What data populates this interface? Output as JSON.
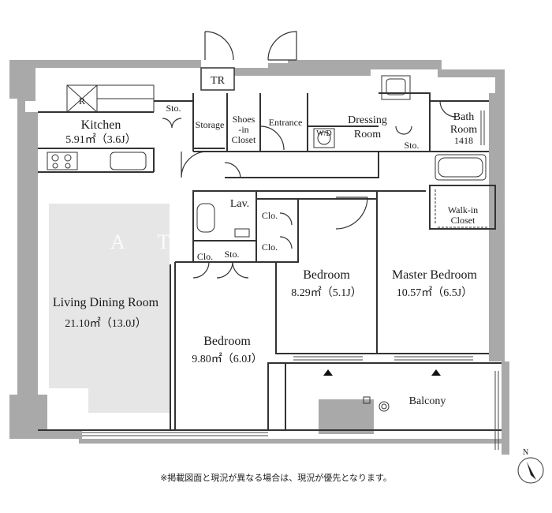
{
  "rooms": {
    "tr": "TR",
    "kitchen": {
      "name": "Kitchen",
      "area": "5.91㎡（3.6J）",
      "refrigerator_mark": "R"
    },
    "sto_kitchen": "Sto.",
    "storage": "Storage",
    "shoes_closet": [
      "Shoes",
      "-in",
      "Closet"
    ],
    "entrance": "Entrance",
    "dressing_room": [
      "Dressing",
      "Room"
    ],
    "washer": "W/D",
    "sto_dressing": "Sto.",
    "bath_room": [
      "Bath",
      "Room",
      "1418"
    ],
    "lav": "Lav.",
    "clo_hall_top": "Clo.",
    "clo_hall_bottom": "Clo.",
    "clo_small": "Clo.",
    "sto_hall": "Sto.",
    "walk_in_closet": [
      "Walk-in",
      "Closet"
    ],
    "living": {
      "name": "Living Dining Room",
      "area": "21.10㎡（13.0J）"
    },
    "bedroom_west": {
      "name": "Bedroom",
      "area": "9.80㎡（6.0J）"
    },
    "bedroom_center": {
      "name": "Bedroom",
      "area": "8.29㎡（5.1J）"
    },
    "master_bedroom": {
      "name": "Master Bedroom",
      "area": "10.57㎡（6.5J）"
    },
    "balcony": "Balcony"
  },
  "watermark": "A T",
  "compass": "N",
  "note": "※掲載図面と現況が異なる場合は、現況が優先となります。",
  "colors": {
    "wall": "#a9a9a9",
    "living_shade": "#e6e6e6",
    "line": "#333333"
  }
}
